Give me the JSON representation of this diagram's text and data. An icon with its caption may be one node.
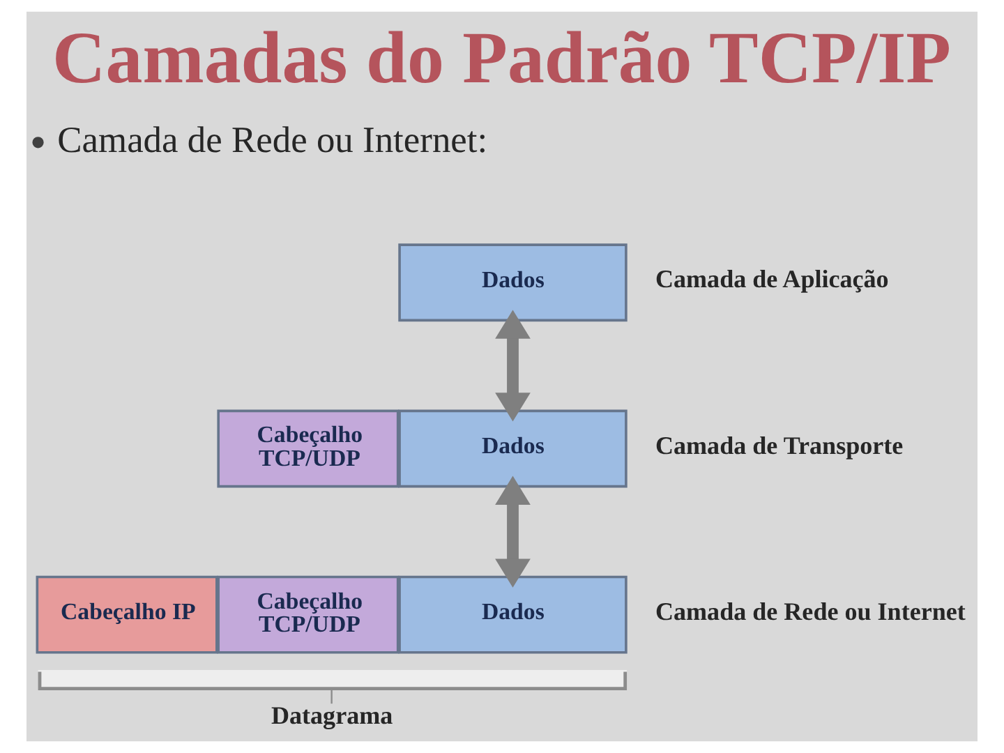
{
  "diagram": {
    "title": "Camadas do Padrão TCP/IP",
    "nodes": [
      {
        "text": [
          "Dados"
        ]
      },
      {
        "text": [
          "Cabeçalho TCP/UDP"
        ]
      },
      {
        "text": [
          "Dados"
        ]
      },
      {
        "text": [
          "Cabeçalho IP"
        ]
      },
      {
        "text": [
          "Cabeçalho TCP/UDP"
        ]
      },
      {
        "text": [
          "Dados"
        ]
      }
    ],
    "edges": [
      {
        "from": 0,
        "to": 2,
        "arrow": "both"
      },
      {
        "from": 2,
        "to": 5,
        "arrow": "both"
      }
    ],
    "labels": [
      "Camada de Rede ou Internet:",
      "Camada de Aplicação",
      "Camada de Transporte",
      "Camada de Rede ou Internet",
      "Datagrama"
    ]
  }
}
